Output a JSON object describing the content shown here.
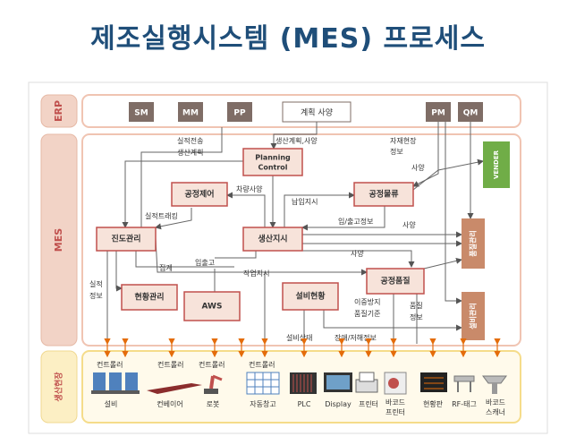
{
  "title": "제조실행시스템 (MES) 프로세스",
  "bands": {
    "erp": "ERP",
    "mes": "MES",
    "field": "생산현장"
  },
  "erp_modules": {
    "sm": "SM",
    "mm": "MM",
    "pp": "PP",
    "plan": "계획  사양",
    "pm": "PM",
    "qm": "QM"
  },
  "mes_boxes": {
    "planning_1": "Planning",
    "planning_2": "Control",
    "process_control": "공정제어",
    "process_logistics": "공정물류",
    "progress": "진도관리",
    "production_order": "생산지시",
    "status_mgmt": "현황관리",
    "aws": "AWS",
    "equipment_status": "설비현황",
    "process_quality": "공정품질",
    "vender": "VENDER",
    "quality_mgmt": "품질관리",
    "equipment_mgmt": "설비관리"
  },
  "labels": {
    "actual_transfer": "실적전송",
    "production_plan": "생산계획",
    "production_plan_spec": "생산계획,사양",
    "material_status_1": "자재현장",
    "material_status_2": "정보",
    "spec_a": "사양",
    "vehicle_spec": "차량사양",
    "actual_tracking": "실적트래킹",
    "delivery_order": "납입지시",
    "inout_info": "입/출고정보",
    "spec_b": "사양",
    "spec_c": "사양",
    "gather": "집계",
    "inbound_outbound": "입출고",
    "work_order": "작업지시",
    "actual_info_1": "실적",
    "actual_info_2": "정보",
    "double_prevent_1": "이중방지",
    "double_prevent_2": "품질기준",
    "quality_info_1": "품질",
    "quality_info_2": "정보",
    "equipment_state": "설비상태",
    "fault_info": "장애/저해정보"
  },
  "controllers": [
    "컨트롤러",
    "컨트롤러",
    "컨트롤러",
    "컨트롤러"
  ],
  "devices": [
    "설비",
    "컨베이어",
    "로봇",
    "자동창고",
    "PLC",
    "Display",
    "프린터",
    "바코드",
    "프린터",
    "현황판",
    "RF-태그",
    "바코드",
    "스캐너"
  ],
  "colors": {
    "title": "#1f4e79",
    "accent": "#c0504d",
    "band_fill": "#f2d3c6",
    "field_fill": "#fcefc4",
    "box_fill": "#f7e3da",
    "vender": "#70ad47"
  }
}
